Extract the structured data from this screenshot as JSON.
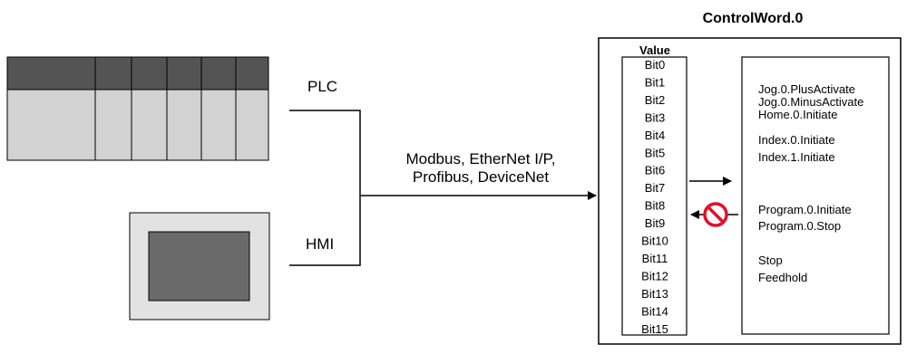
{
  "diagram": {
    "title": "ControlWord.0",
    "devices": {
      "plc_label": "PLC",
      "hmi_label": "HMI"
    },
    "network": {
      "line1": "Modbus, EtherNet I/P,",
      "line2": "Profibus, DeviceNet"
    },
    "value_header": "Value",
    "bits": [
      "Bit0",
      "Bit1",
      "Bit2",
      "Bit3",
      "Bit4",
      "Bit5",
      "Bit6",
      "Bit7",
      "Bit8",
      "Bit9",
      "Bit10",
      "Bit11",
      "Bit12",
      "Bit13",
      "Bit14",
      "Bit15"
    ],
    "functions": {
      "jog_plus": "Jog.0.PlusActivate",
      "jog_minus": "Jog.0.MinusActivate",
      "home": "Home.0.Initiate",
      "index0": "Index.0.Initiate",
      "index1": "Index.1.Initiate",
      "program_initiate": "Program.0.Initiate",
      "program_stop": "Program.0.Stop",
      "stop": "Stop",
      "feedhold": "Feedhold"
    },
    "colors": {
      "plc_dark": "#545454",
      "plc_light": "#d2d2d2",
      "hmi_frame": "#e2e2e2",
      "hmi_screen": "#6a6a6a",
      "prohibited": "#e0102a"
    },
    "icons": {
      "write_direction": "arrow-right",
      "read_direction": "arrow-left",
      "prohibited": "no-symbol"
    }
  }
}
